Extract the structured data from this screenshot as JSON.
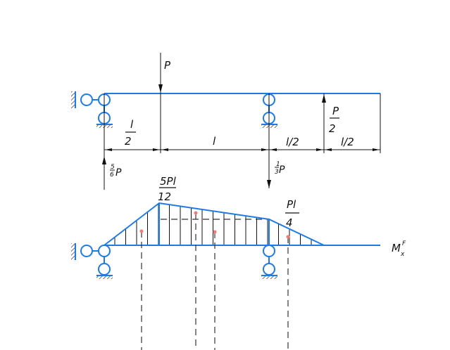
{
  "diagram": {
    "type": "beam-bending-moment",
    "colors": {
      "beam": "#1e7be6",
      "lines": "#111111",
      "points": "#f07a7a"
    },
    "loads": {
      "applied_force": "P",
      "reaction_left_num": "5",
      "reaction_left_den": "6",
      "reaction_left_sym": "P",
      "reaction_mid_num": "1",
      "reaction_mid_den": "3",
      "reaction_mid_sym": "P",
      "upward_force_num": "P",
      "upward_force_den": "2"
    },
    "dimensions": {
      "seg1_num": "l",
      "seg1_den": "2",
      "seg2": "l",
      "seg3": "l/2",
      "seg4": "l/2"
    },
    "moment_diagram": {
      "peak_num": "5Pl",
      "peak_den": "12",
      "support_num": "Pl",
      "support_den": "4",
      "label_main": "M",
      "label_sub": "x",
      "label_sup": "F"
    }
  }
}
